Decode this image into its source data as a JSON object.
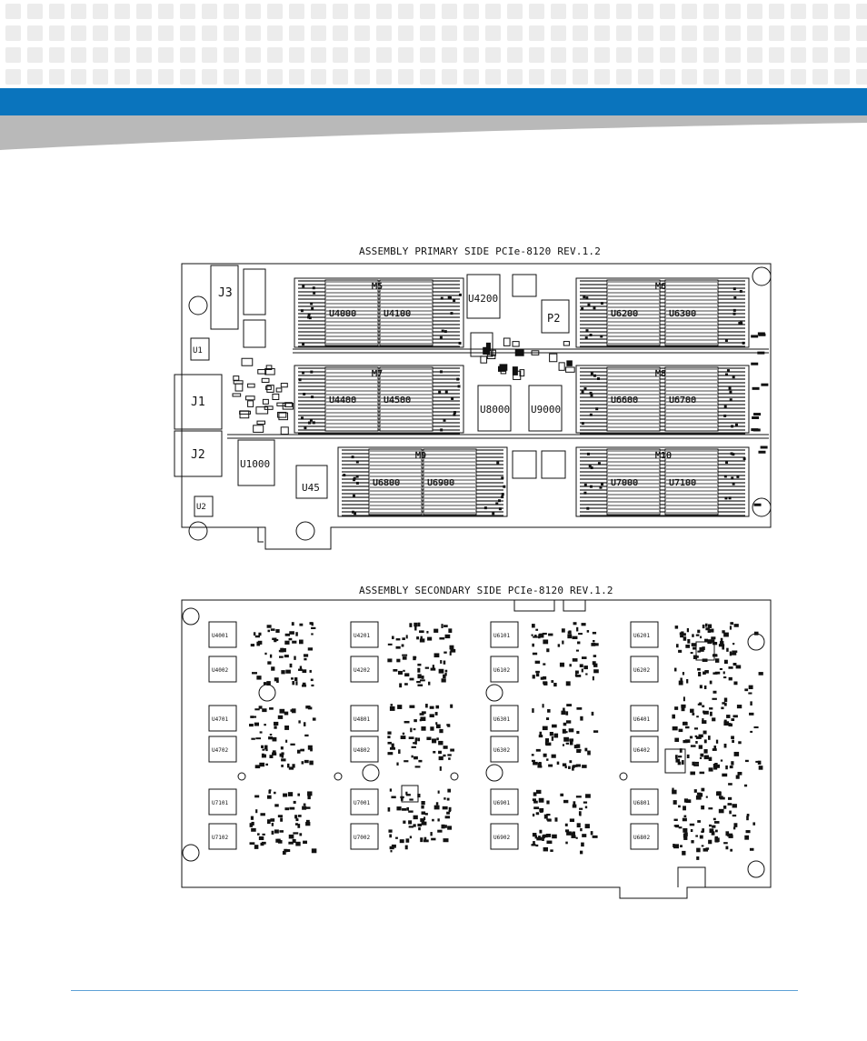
{
  "header": {
    "band_color": "#0a74bd",
    "swoosh_color": "#b9b9b9",
    "dot_color": "#ececec"
  },
  "primary": {
    "title": "ASSEMBLY PRIMARY SIDE PCIe-8120 REV.1.2",
    "connectors": [
      "J3",
      "J1",
      "J2",
      "U1",
      "U2",
      "P2",
      "U45",
      "U1000",
      "U4200",
      "U8000",
      "U9000"
    ],
    "memory_groups": [
      {
        "label": "M5",
        "chips": [
          "U4000",
          "U4100"
        ]
      },
      {
        "label": "M6",
        "chips": [
          "U6200",
          "U6300"
        ]
      },
      {
        "label": "M7",
        "chips": [
          "U4400",
          "U4500"
        ]
      },
      {
        "label": "M8",
        "chips": [
          "U6600",
          "U6700"
        ]
      },
      {
        "label": "M9",
        "chips": [
          "U6800",
          "U6900"
        ]
      },
      {
        "label": "M10",
        "chips": [
          "U7000",
          "U7100"
        ]
      }
    ]
  },
  "secondary": {
    "title": "ASSEMBLY SECONDARY SIDE  PCIe-8120 REV.1.2",
    "chips": [
      "U4001",
      "U4002",
      "U4201",
      "U4202",
      "U6101",
      "U6102",
      "U6201",
      "U6202",
      "U4701",
      "U4702",
      "U4801",
      "U4802",
      "U6301",
      "U6302",
      "U6401",
      "U6402",
      "U7101",
      "U7102",
      "U7001",
      "U7002",
      "U6901",
      "U6902",
      "U6801",
      "U6802"
    ]
  },
  "footer": {
    "rule_color": "#5fa2d6"
  }
}
